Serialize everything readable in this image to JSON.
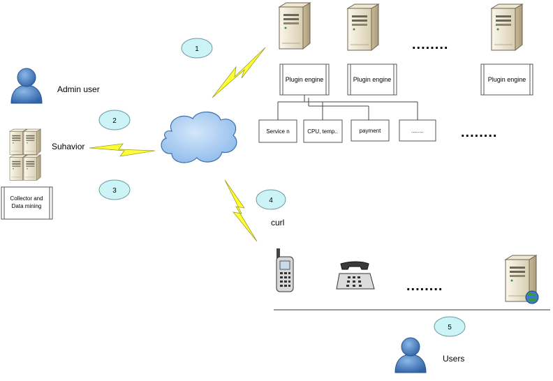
{
  "labels": {
    "admin_user": "Admin user",
    "suhavior": "Suhavior",
    "collector_line1": "Collector and",
    "collector_line2": "Data mining",
    "curl": "curl",
    "users": "Users"
  },
  "steps": [
    "1",
    "2",
    "3",
    "4",
    "5"
  ],
  "plugin_engines": [
    "Plugin engine",
    "Plugin engine",
    "Plugin engine"
  ],
  "plugins": [
    "Service n",
    "CPU, temp..",
    "payment",
    "........"
  ],
  "ellipsis": "........",
  "colors": {
    "step_fill": "#ccf3f6",
    "bolt_fill": "#ffff33",
    "cloud_fill": "#a9cdf2",
    "person_fill": "#4c84c8",
    "server_fill": "#f2ead8"
  },
  "icons": [
    "person-icon",
    "server-icon",
    "cloud-icon",
    "lightning-icon",
    "mobile-phone-icon",
    "desk-phone-icon",
    "web-server-icon"
  ]
}
